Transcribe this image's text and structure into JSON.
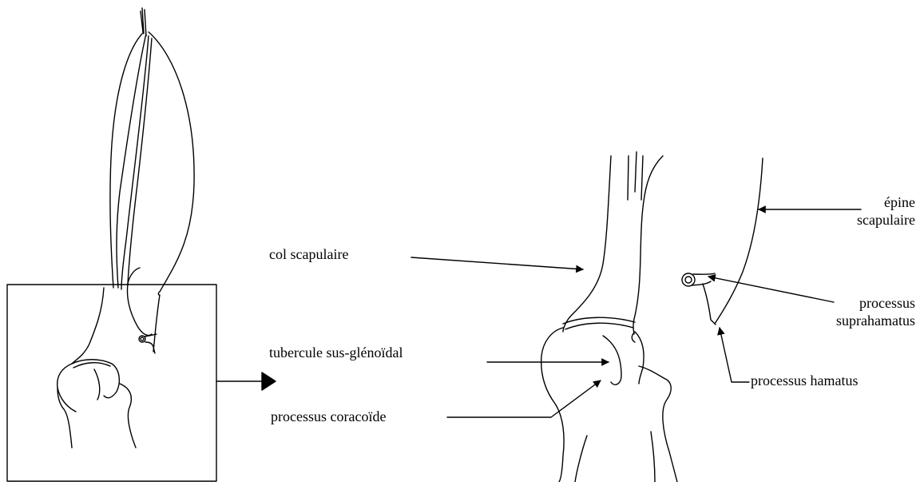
{
  "labels": {
    "col": "col scapulaire",
    "tubercule": "tubercule sus-glénoïdal",
    "coracoide": "processus coracoïde",
    "epine_1": "épine",
    "epine_2": "scapulaire",
    "suprahamatus_1": "processus",
    "suprahamatus_2": "suprahamatus",
    "hamatus": "processus hamatus"
  }
}
